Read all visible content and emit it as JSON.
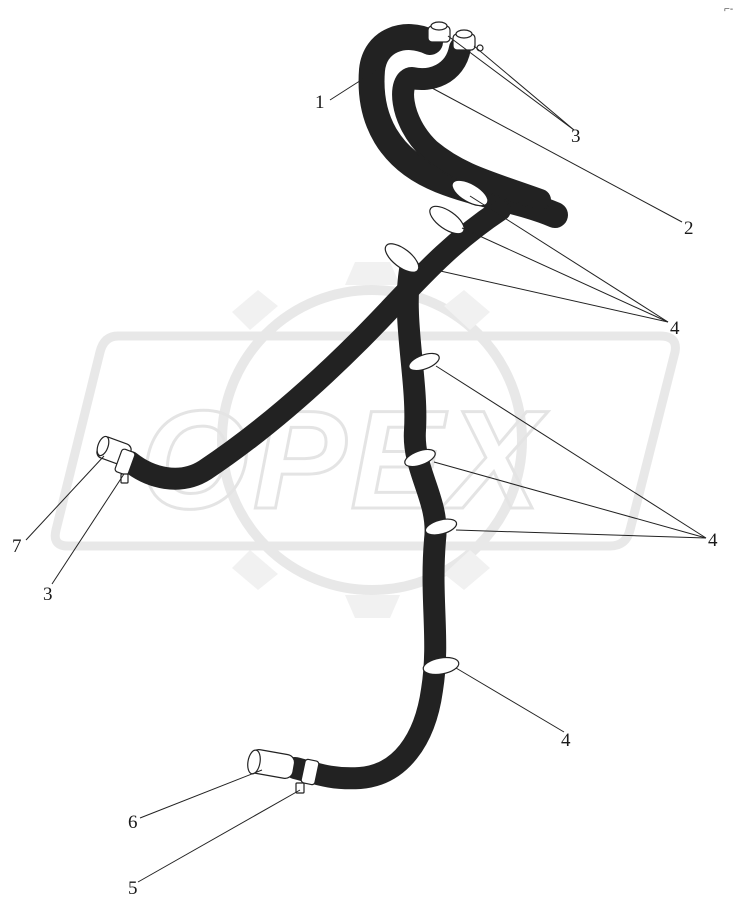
{
  "corner_mark": "⌐-",
  "watermark": {
    "text": "OPEX",
    "color": "#d6d6d6"
  },
  "callouts": {
    "c1": "1",
    "c2": "2",
    "c3_top": "3",
    "c3_left": "3",
    "c4_upper": "4",
    "c4_middle": "4",
    "c4_lower": "4",
    "c5": "5",
    "c6": "6",
    "c7": "7"
  },
  "colors": {
    "line": "#222222",
    "watermark": "#d6d6d6",
    "background": "#ffffff"
  }
}
